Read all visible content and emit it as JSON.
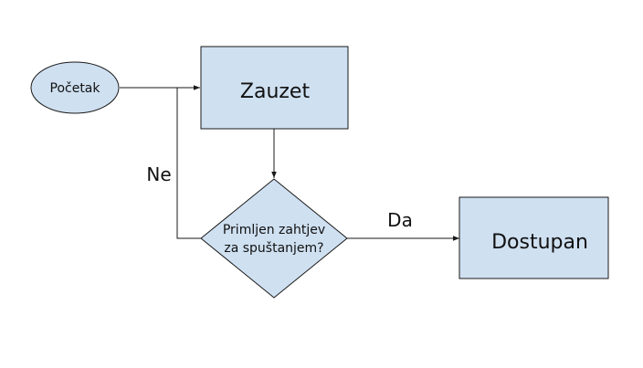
{
  "nodes": {
    "start": {
      "label": "Početak",
      "shape": "ellipse"
    },
    "busy": {
      "label": "Zauzet",
      "shape": "rectangle"
    },
    "decision": {
      "label_line1": "Primljen zahtjev",
      "label_line2": "za spuštanjem?",
      "shape": "diamond"
    },
    "available": {
      "label": "Dostupan",
      "shape": "rectangle"
    }
  },
  "edges": {
    "yes_label": "Da",
    "no_label": "Ne"
  },
  "colors": {
    "node_fill": "#cfe0f1",
    "stroke": "#1a1a1a",
    "text": "#111111"
  }
}
